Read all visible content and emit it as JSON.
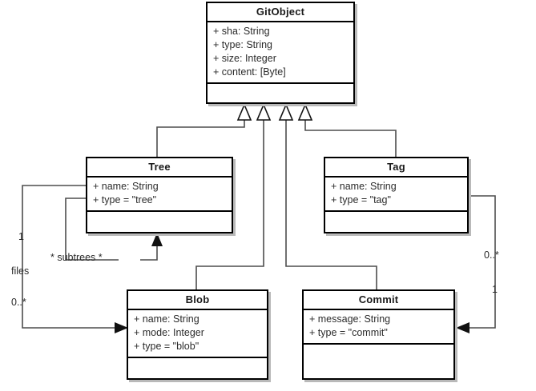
{
  "diagram": {
    "title": "Git object model UML class diagram",
    "type": "uml-class-diagram",
    "background_color": "#ffffff",
    "line_color": "#4d4d4d",
    "border_color": "#000000",
    "shadow_color": "#b9b9b9"
  },
  "classes": [
    {
      "id": "gitobject",
      "name": "GitObject",
      "attributes": [
        "+ sha: String",
        "+ type: String",
        "+ size: Integer",
        "+ content: [Byte]"
      ],
      "operations": []
    },
    {
      "id": "tree",
      "name": "Tree",
      "attributes": [
        "+ name: String",
        "+ type = \"tree\""
      ],
      "operations": []
    },
    {
      "id": "tag",
      "name": "Tag",
      "attributes": [
        "+ name: String",
        "+ type = \"tag\""
      ],
      "operations": []
    },
    {
      "id": "blob",
      "name": "Blob",
      "attributes": [
        "+ name: String",
        "+ mode: Integer",
        "+ type = \"blob\""
      ],
      "operations": []
    },
    {
      "id": "commit",
      "name": "Commit",
      "attributes": [
        "+ message: String",
        "+ type = \"commit\""
      ],
      "operations": []
    }
  ],
  "generalizations": [
    {
      "from": "tree",
      "to": "gitobject",
      "arrow": "hollow-triangle"
    },
    {
      "from": "blob",
      "to": "gitobject",
      "arrow": "hollow-triangle"
    },
    {
      "from": "commit",
      "to": "gitobject",
      "arrow": "hollow-triangle"
    },
    {
      "from": "tag",
      "to": "gitobject",
      "arrow": "hollow-triangle"
    }
  ],
  "associations": [
    {
      "id": "tree-subtrees",
      "from": "tree",
      "to": "tree",
      "label": "* subtrees *",
      "arrow": "solid-arrow"
    },
    {
      "id": "tree-files-blob",
      "from": "tree",
      "to": "blob",
      "label": "files",
      "source_multiplicity": "1",
      "target_multiplicity": "0..*",
      "arrow": "solid-arrow"
    },
    {
      "id": "tag-commit",
      "from": "tag",
      "to": "commit",
      "source_multiplicity": "0..*",
      "target_multiplicity": "1",
      "arrow": "solid-arrow"
    }
  ],
  "edge_labels": {
    "tree_files_source": "1",
    "tree_files_name": "files",
    "tree_files_target": "0..*",
    "subtrees": "* subtrees *",
    "tag_commit_source": "0..*",
    "tag_commit_target": "1"
  }
}
